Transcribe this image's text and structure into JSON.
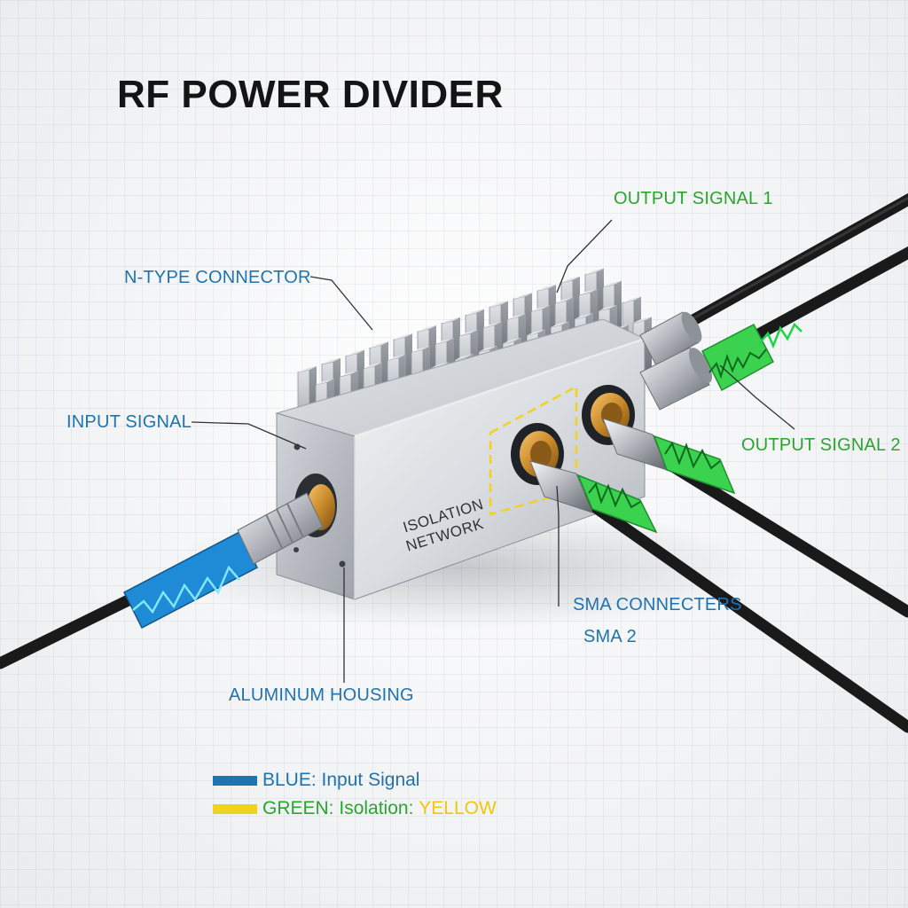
{
  "title": "RF POWER DIVIDER",
  "labels": {
    "output_signal_1": "OUTPUT SIGNAL 1",
    "n_type_connector": "N-TYPE CONNECTOR",
    "input_signal": "INPUT SIGNAL",
    "output_signal_2": "OUTPUT SIGNAL 2",
    "isolation_network": "ISOLATION NETWORK",
    "sma_connecters": "SMA CONNECTERS",
    "sma_2": "SMA 2",
    "aluminum_housing": "ALUMINUM HOUSING"
  },
  "legend": {
    "blue_key": "BLUE:",
    "blue_text": "Input Signal",
    "green_key": "GREEN:",
    "green_text": "Isolation:",
    "yellow_text": "YELLOW"
  },
  "colors": {
    "blue": "#1f73b0",
    "green": "#2aa52e",
    "yellow": "#f2d21a",
    "title": "#141414",
    "cable": "#1a1a1a"
  }
}
